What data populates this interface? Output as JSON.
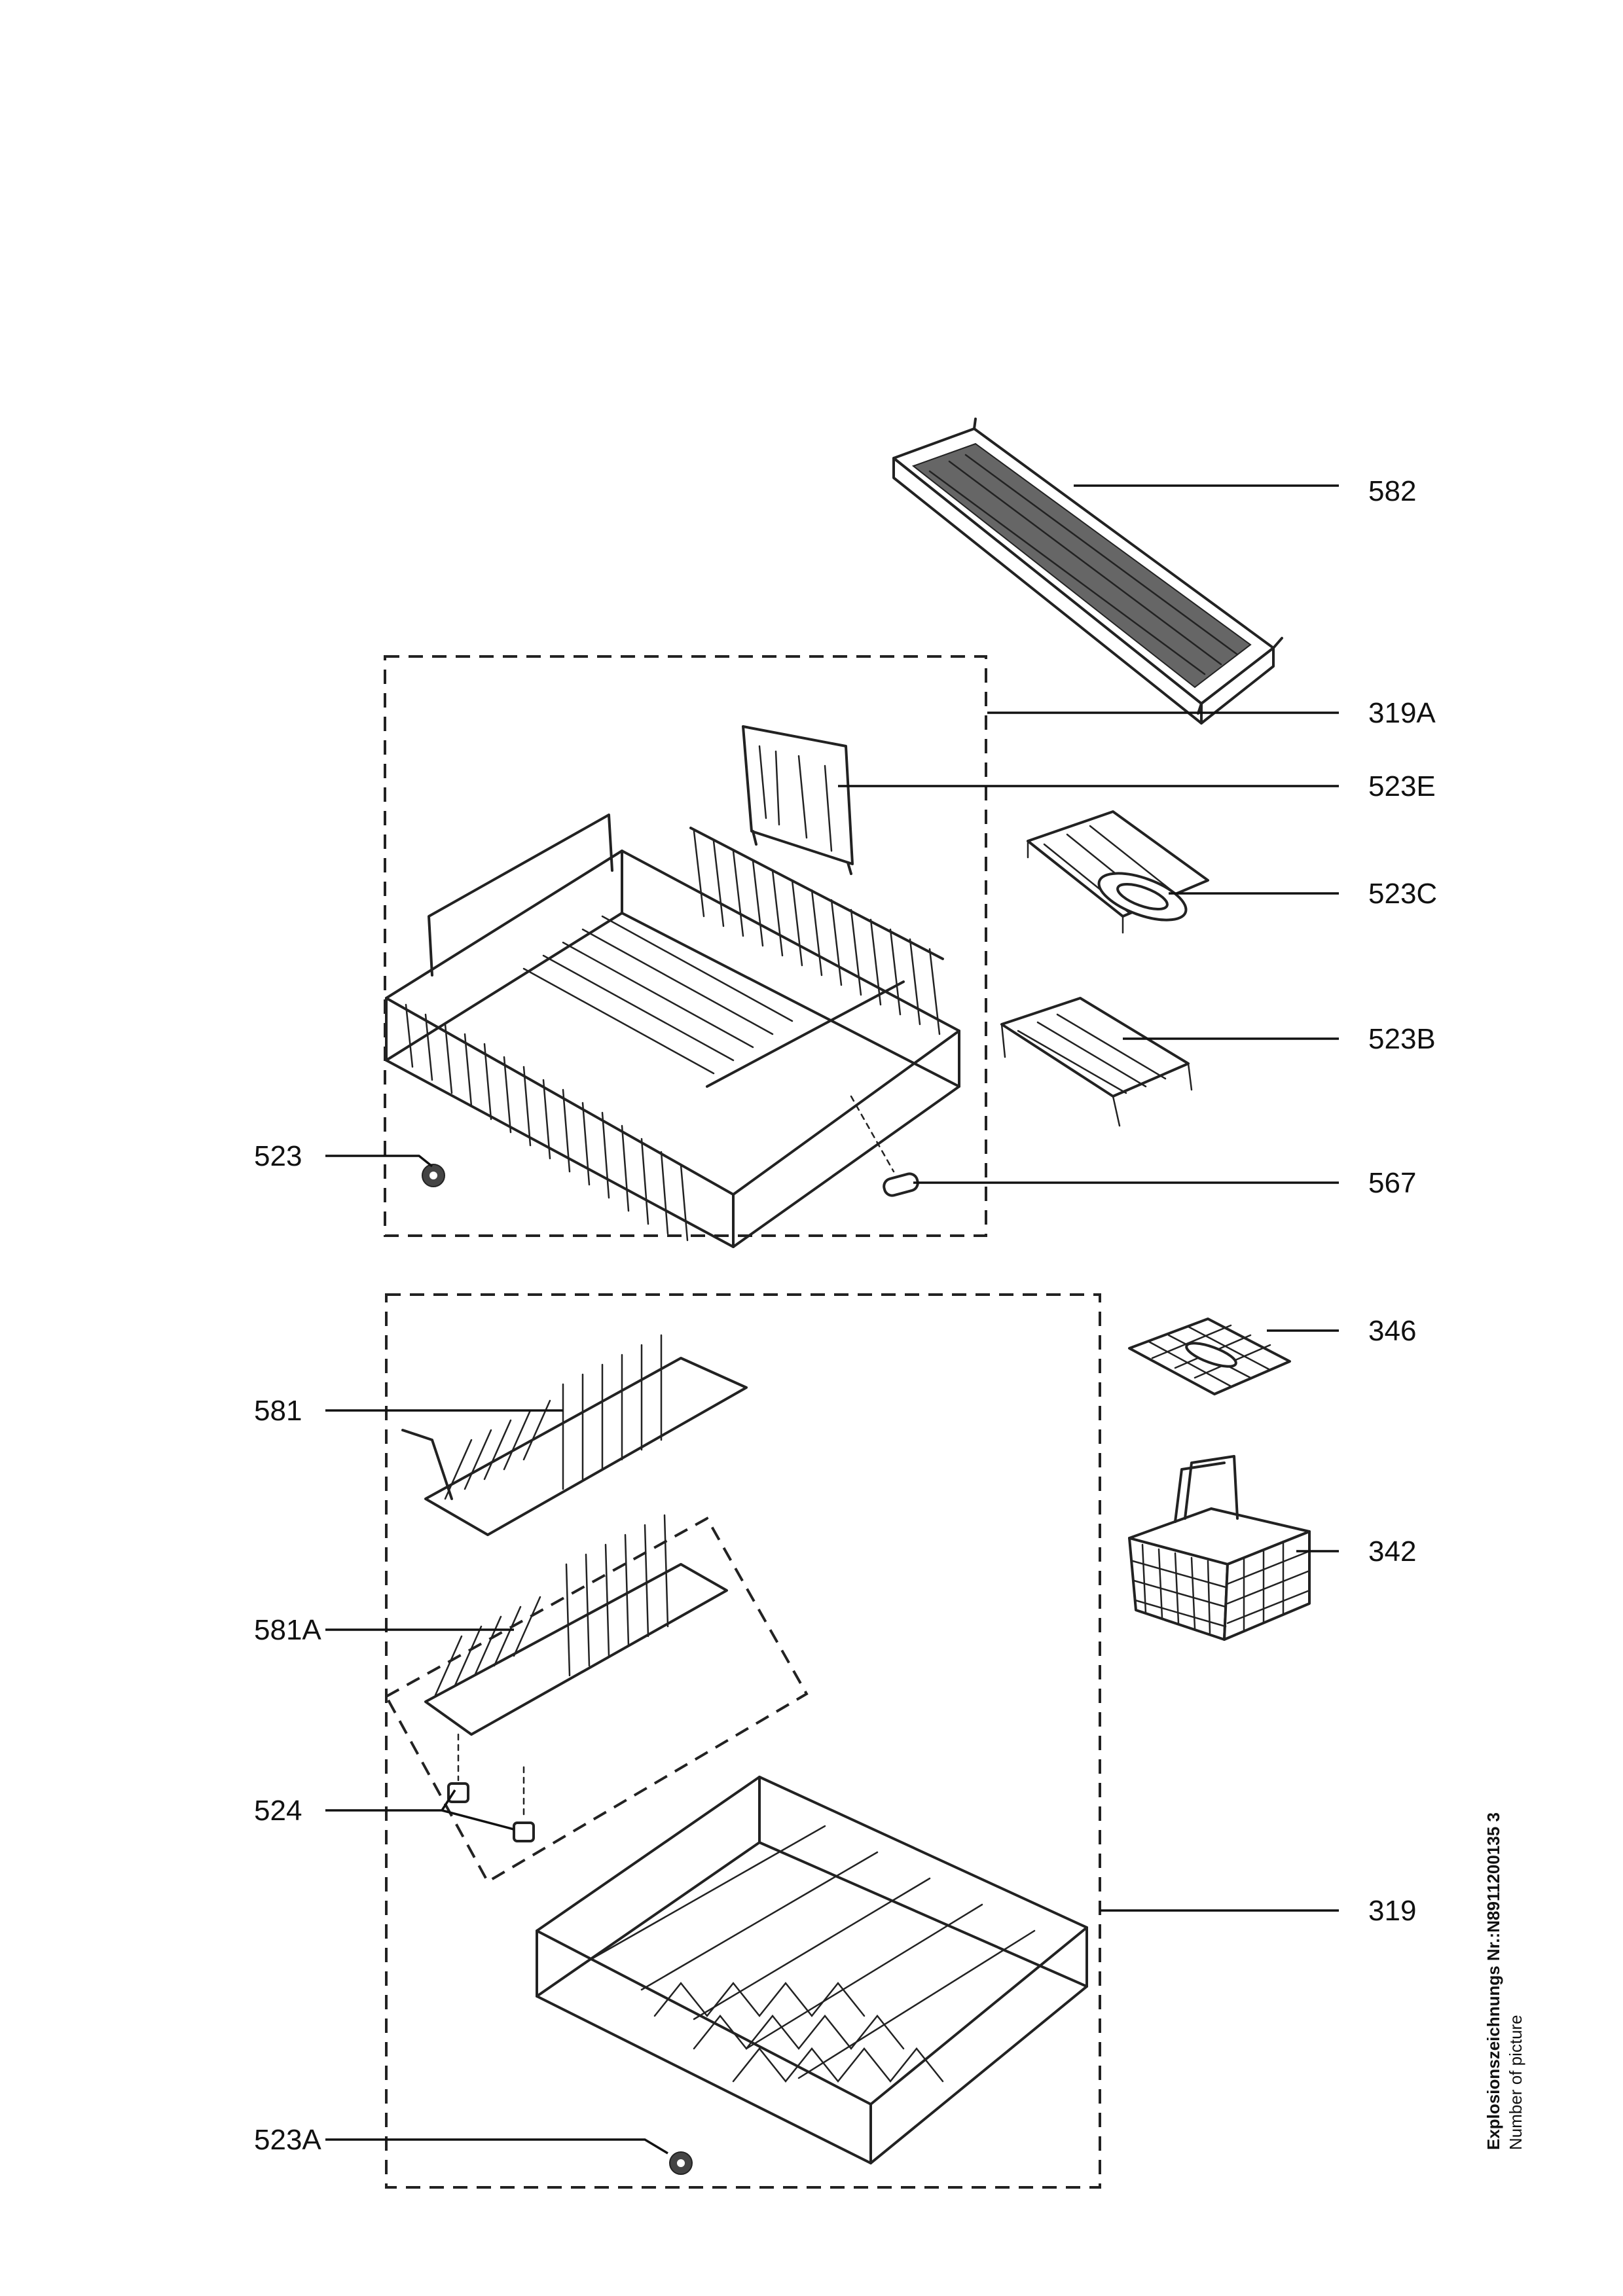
{
  "callouts": {
    "c582": "582",
    "c319A": "319A",
    "c523E": "523E",
    "c523C": "523C",
    "c523B": "523B",
    "c523": "523",
    "c567": "567",
    "c346": "346",
    "c581": "581",
    "c342": "342",
    "c581A": "581A",
    "c524": "524",
    "c319": "319",
    "c523A": "523A"
  },
  "side_caption": {
    "line1": "Explosionszeichnungs Nr.:N8911200135 3",
    "line2": "Number of picture"
  }
}
